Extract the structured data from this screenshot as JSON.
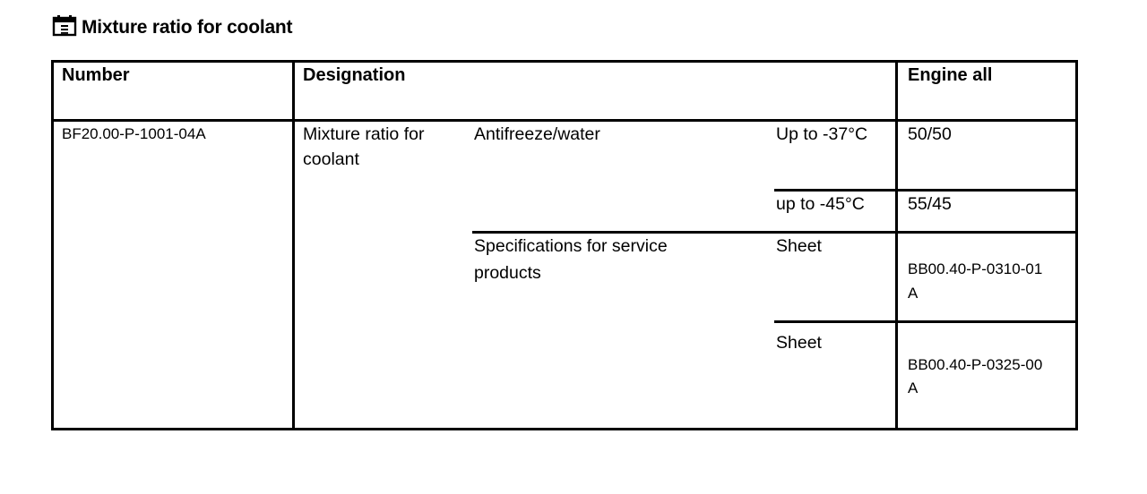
{
  "title": "Mixture ratio for coolant",
  "header": {
    "number": "Number",
    "designation": "Designation",
    "engine": "Engine all"
  },
  "row": {
    "number": "BF20.00-P-1001-04A",
    "designation_line1": "Mixture ratio for",
    "designation_line2": "coolant",
    "antifreeze": "Antifreeze/water",
    "temp1": "Up to -37°C",
    "ratio1": "50/50",
    "temp2": "up to -45°C",
    "ratio2": "55/45",
    "spec_line1": "Specifications for service",
    "spec_line2": "products",
    "sheet1": "Sheet",
    "ref1_line1": "BB00.40-P-0310-01",
    "ref1_line2": "A",
    "sheet2": "Sheet",
    "ref2_line1": "BB00.40-P-0325-00",
    "ref2_line2": "A"
  },
  "icons": {
    "title_icon": "document-icon"
  }
}
